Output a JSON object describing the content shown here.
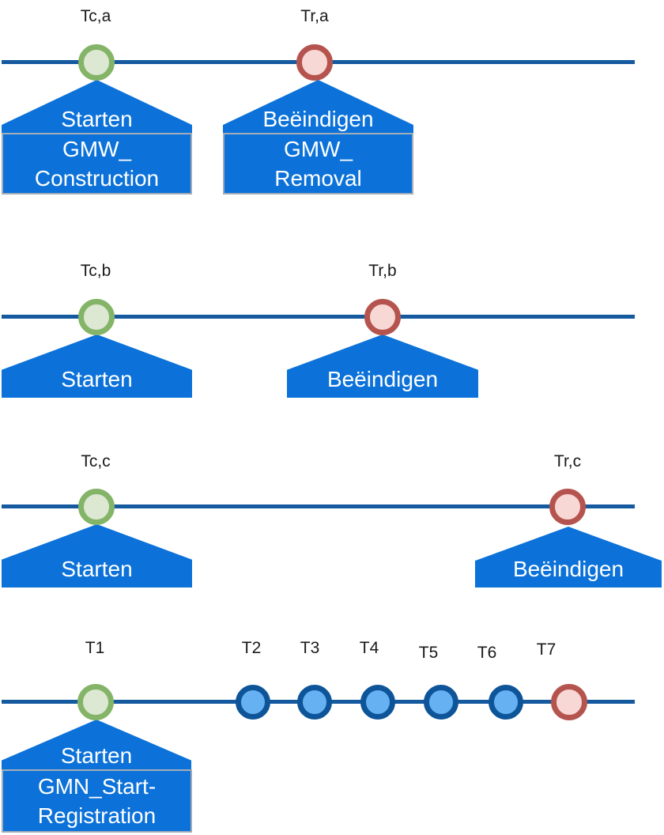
{
  "diagram": {
    "description": "Four horizontal timelines with start, intermediate and end event markers and blue callout annotations",
    "colors": {
      "timeline_line": "#15599e",
      "start_marker_border": "#84b468",
      "start_marker_fill": "#dce8d2",
      "end_marker_border": "#b5544f",
      "end_marker_fill": "#f8d8d5",
      "intermediate_marker_border": "#0d5499",
      "intermediate_marker_fill": "#66b1f1",
      "annotation_fill": "#0c72d9",
      "annotation_text": "#ffffff",
      "process_box_border": "#a3adb8"
    },
    "timelines": [
      {
        "name": "timeline-a",
        "events": [
          {
            "time_label": "Tc,a",
            "action": "Starten",
            "process_line1": "GMW_",
            "process_line2": "Construction"
          },
          {
            "time_label": "Tr,a",
            "action": "Beëindigen",
            "process_line1": "GMW_",
            "process_line2": "Removal"
          }
        ]
      },
      {
        "name": "timeline-b",
        "events": [
          {
            "time_label": "Tc,b",
            "action": "Starten"
          },
          {
            "time_label": "Tr,b",
            "action": "Beëindigen"
          }
        ]
      },
      {
        "name": "timeline-c",
        "events": [
          {
            "time_label": "Tc,c",
            "action": "Starten"
          },
          {
            "time_label": "Tr,c",
            "action": "Beëindigen"
          }
        ]
      },
      {
        "name": "timeline-d",
        "events": [
          {
            "time_label": "T1",
            "action": "Starten",
            "process_line1": "GMN_Start-",
            "process_line2": "Registration"
          },
          {
            "time_label": "T2"
          },
          {
            "time_label": "T3"
          },
          {
            "time_label": "T4"
          },
          {
            "time_label": "T5"
          },
          {
            "time_label": "T6"
          },
          {
            "time_label": "T7"
          }
        ]
      }
    ]
  }
}
